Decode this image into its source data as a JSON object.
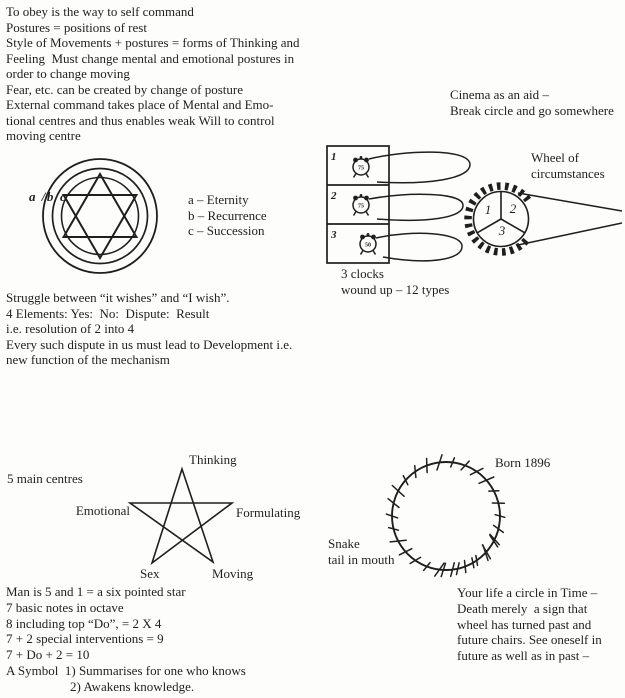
{
  "colors": {
    "ink": "#1f1f1f",
    "paper": "#fdfdfb"
  },
  "top_left": {
    "lines": [
      "To obey is the way to self command",
      "Postures = positions of rest",
      "Style of Movements + postures = forms of Thinking and",
      "Feeling  Must change mental and emotional postures in",
      "order to change moving",
      "Fear, etc. can be created by change of posture",
      "External command takes place of Mental and Emo-",
      "tional centres and thus enables weak Will to control",
      "moving centre"
    ]
  },
  "cinema": {
    "lines": [
      "Cinema as an aid –",
      "Break circle and go somewhere"
    ]
  },
  "hexagram": {
    "rings_label": "a /b/c",
    "legend": [
      "a – Eternity",
      "b – Recurrence",
      "c – Succession"
    ]
  },
  "struggle": {
    "lines": [
      "Struggle between “it wishes” and “I wish”.",
      "4 Elements: Yes:  No:  Dispute:  Result",
      "i.e. resolution of 2 into 4",
      "Every such dispute in us must lead to Development i.e.",
      "new function of the mechanism"
    ]
  },
  "clocks": {
    "box_numbers": [
      "1",
      "2",
      "3"
    ],
    "values": [
      "75",
      "75",
      "50"
    ],
    "caption": [
      "3 clocks",
      "wound up – 12 types"
    ]
  },
  "wheel": {
    "title": [
      "Wheel of",
      "circumstances"
    ],
    "sectors": [
      "1",
      "2",
      "3"
    ]
  },
  "pentagram": {
    "heading": "5 main centres",
    "labels": {
      "top": "Thinking",
      "left": "Emotional",
      "right": "Formulating",
      "bottom_left": "Sex",
      "bottom_right": "Moving"
    }
  },
  "man": {
    "lines": [
      "Man is 5 and 1 = a six pointed star",
      "7 basic notes in octave",
      "8 including top “Do”, = 2 X 4",
      "7 + 2 special interventions = 9",
      "7 + Do + 2 = 10",
      "A Symbol  1) Summarises for one who knows",
      "2) Awakens knowledge."
    ]
  },
  "snake": {
    "born": "Born 1896",
    "caption": [
      "Snake",
      "tail in mouth"
    ]
  },
  "life": {
    "lines": [
      "Your life a circle in Time –",
      "Death merely  a sign that",
      "wheel has turned past and",
      "future chairs. See oneself in",
      "future as well as in past –"
    ]
  }
}
